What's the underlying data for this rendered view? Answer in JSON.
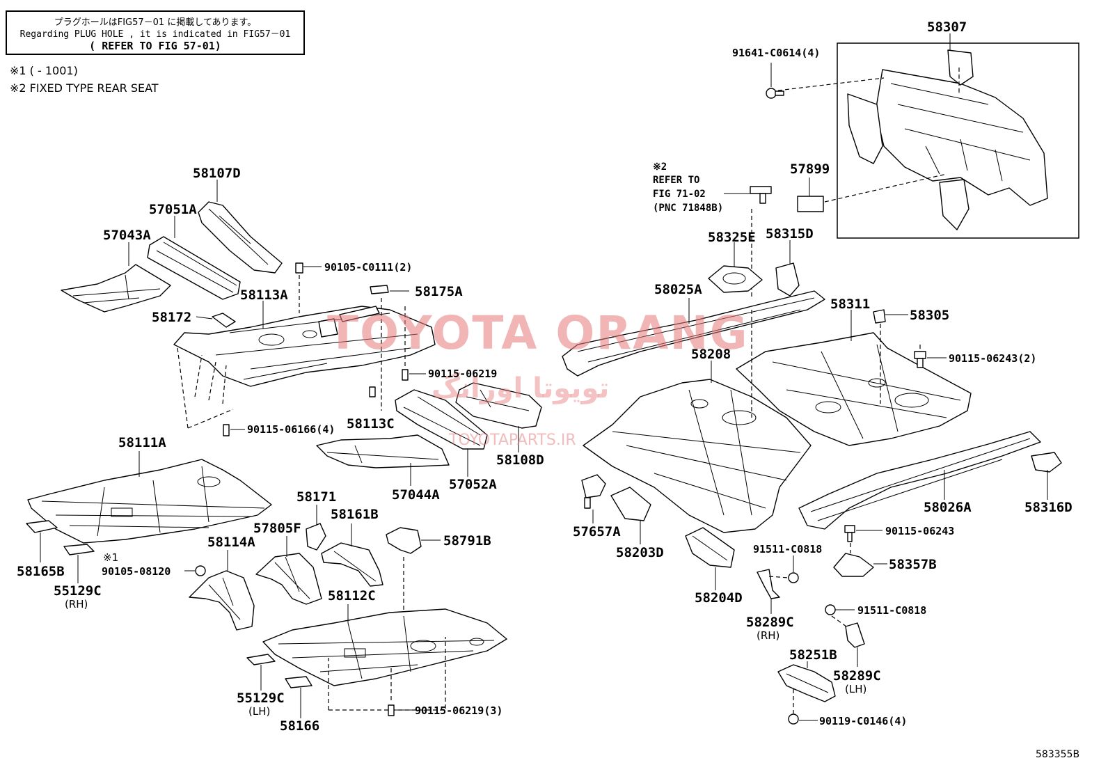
{
  "notes": {
    "line1": "プラグホールはFIG57－01 に掲載してあります。",
    "line2": "Regarding PLUG HOLE , it is indicated in FIG57－01",
    "line3": "( REFER TO FIG 57-01)"
  },
  "footnotes": {
    "fn1": "※1 (       - 1001)",
    "fn2": "※2 FIXED TYPE REAR SEAT"
  },
  "refer": {
    "mark": "※2",
    "line1": "REFER TO",
    "line2": "FIG 71-02",
    "line3": "(PNC 71848B)"
  },
  "watermark": {
    "main": "TOYOTA ORANG",
    "arabic": "تويوتا اورانگ",
    "site": "TOYOTAPARTS.IR"
  },
  "labels": {
    "l58307": "58307",
    "l91641": "91641-C0614(4)",
    "l57899": "57899",
    "l58107D": "58107D",
    "l57051A": "57051A",
    "l57043A": "57043A",
    "l90105c": "90105-C0111(2)",
    "l58113A": "58113A",
    "l58175A": "58175A",
    "l58172": "58172",
    "l90115a": "90115-06219",
    "l58113C": "58113C",
    "l90115b": "90115-06166(4)",
    "l58108D": "58108D",
    "l57052A": "57052A",
    "l57044A": "57044A",
    "l58111A": "58111A",
    "l58165B": "58165B",
    "l55129C_rh": "55129C",
    "rh1": "(RH)",
    "fn1mark": "※1",
    "l90105_08120": "90105-08120",
    "l58114A": "58114A",
    "l57805F": "57805F",
    "l58171": "58171",
    "l58161B": "58161B",
    "l58791B": "58791B",
    "l58112C": "58112C",
    "l55129C_lh": "55129C",
    "lh1": "(LH)",
    "l58166": "58166",
    "l90115c": "90115-06219(3)",
    "l58325E": "58325E",
    "l58315D": "58315D",
    "l58025A": "58025A",
    "l58311": "58311",
    "l58305": "58305",
    "l90115d": "90115-06243(2)",
    "l58208": "58208",
    "l58026A": "58026A",
    "l58316D": "58316D",
    "l57657A": "57657A",
    "l58203D": "58203D",
    "l90115e": "90115-06243",
    "l91511a": "91511-C0818",
    "l58357B": "58357B",
    "l58204D": "58204D",
    "l58289C_rh": "58289C",
    "rh2": "(RH)",
    "l91511b": "91511-C0818",
    "l58251B": "58251B",
    "l58289C_lh": "58289C",
    "lh2": "(LH)",
    "l90119": "90119-C0146(4)"
  },
  "figure_code": "583355B"
}
